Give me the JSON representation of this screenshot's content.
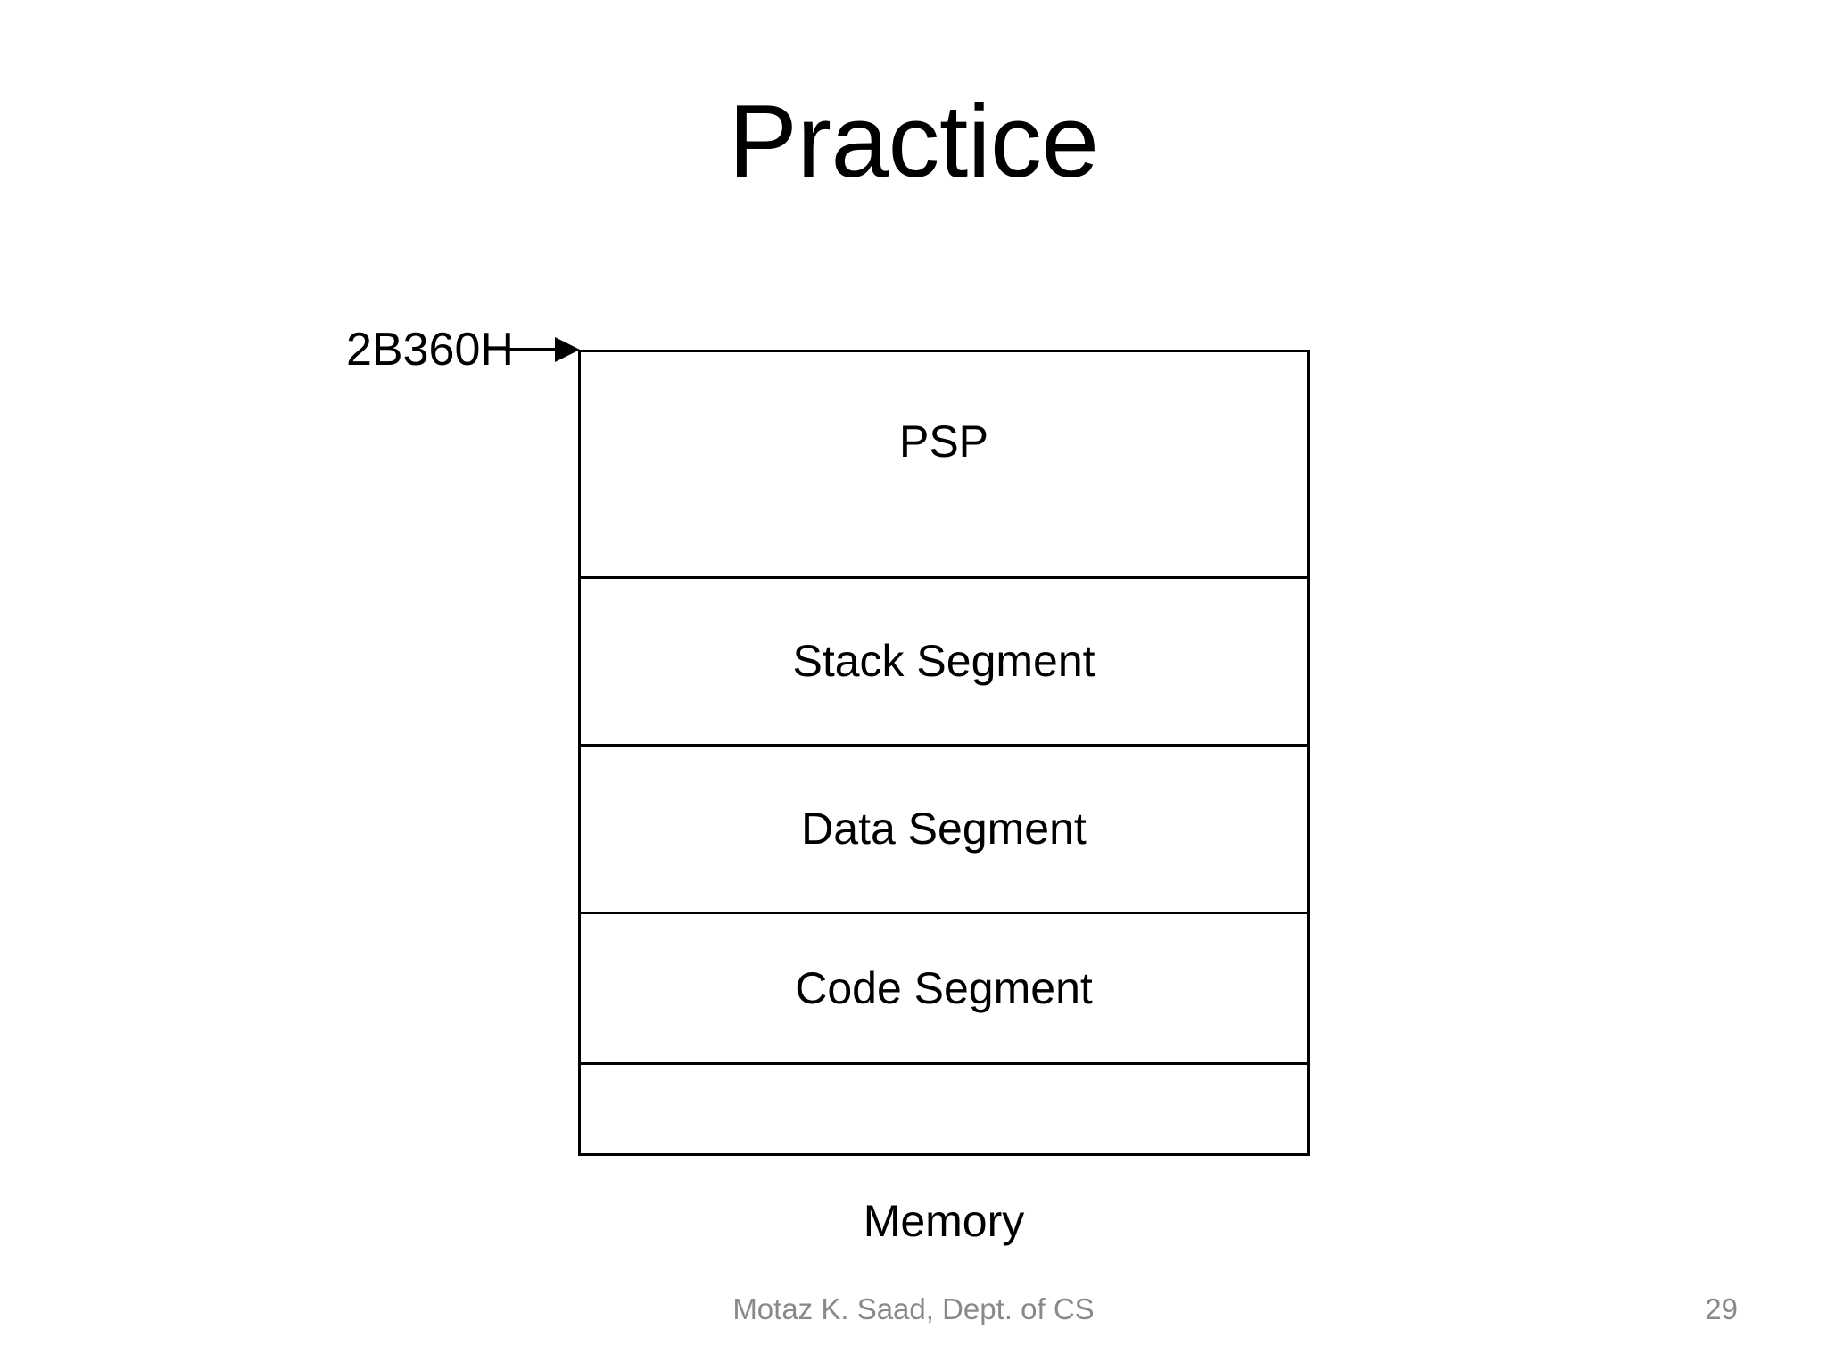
{
  "slide": {
    "title": "Practice",
    "page_number": "29",
    "footer_author": "Motaz K. Saad, Dept. of CS",
    "background_color": "#ffffff",
    "text_color": "#000000",
    "footer_color": "#898989"
  },
  "diagram": {
    "caption": "Memory",
    "start_address_label": "2B360H",
    "border_color": "#000000",
    "bands": [
      {
        "label": "PSP"
      },
      {
        "label": "Stack Segment"
      },
      {
        "label": "Data Segment"
      },
      {
        "label": "Code Segment"
      },
      {
        "label": ""
      }
    ]
  }
}
